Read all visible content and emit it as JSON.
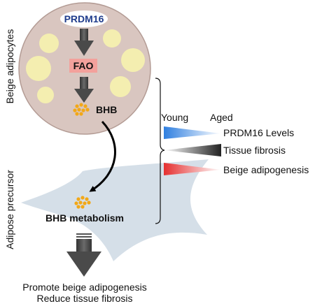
{
  "side_labels": {
    "beige_adipocytes": "Beige adipocytes",
    "adipose_precursor": "Adipose precursor"
  },
  "pathway": {
    "gene": "PRDM16",
    "process": "FAO",
    "metabolite": "BHB",
    "metabolism": "BHB metabolism",
    "outcome_line1": "Promote beige adipogenesis",
    "outcome_line2": "Reduce tissue fibrosis"
  },
  "aging_panel": {
    "young_label": "Young",
    "aged_label": "Aged",
    "rows": [
      {
        "label": "PRDM16 Levels",
        "color": "#2f7fe0",
        "trend": "decreasing"
      },
      {
        "label": "Tissue fibrosis",
        "color": "#222222",
        "trend": "increasing"
      },
      {
        "label": "Beige adipogenesis",
        "color": "#e53030",
        "trend": "decreasing"
      }
    ]
  },
  "colors": {
    "adipocyte_fill": "#d9c6c0",
    "adipocyte_stroke": "#b39b94",
    "lipid_droplet": "#f4eeb0",
    "precursor_fill": "#d5dfe8",
    "prdm16_text": "#1f3c8c",
    "fao_box": "#f3a19c",
    "bhb_dot": "#f2a818",
    "arrow": "#4a4a4a"
  }
}
